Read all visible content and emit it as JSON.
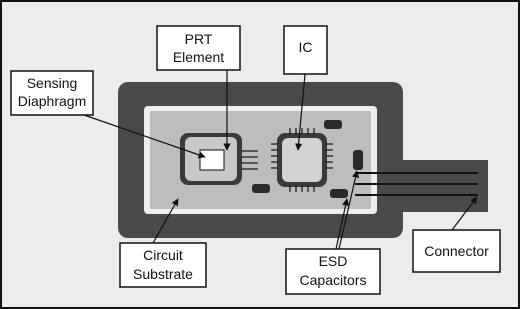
{
  "labels": {
    "prt_element": [
      "PRT",
      "Element"
    ],
    "ic": [
      "IC"
    ],
    "sensing_diaphragm": [
      "Sensing",
      "Diaphragm"
    ],
    "circuit_substrate": [
      "Circuit",
      "Substrate"
    ],
    "esd_capacitors": [
      "ESD",
      "Capacitors"
    ],
    "connector": [
      "Connector"
    ]
  },
  "colors": {
    "background": "#ececec",
    "housing": "#4a4a4a",
    "substrate_border": "#eeeeee",
    "substrate": "#bdbdbd",
    "chip_outline": "#3a3a3a",
    "chip_fill": "#c8c8c8",
    "die": "#ffffff",
    "ic_body": "#d2d2d2",
    "pin": "#111111",
    "trace": "#111111",
    "capacitor": "#2a2a2a",
    "label_border": "#111111",
    "label_fill": "#ffffff",
    "frame": "#111111"
  }
}
